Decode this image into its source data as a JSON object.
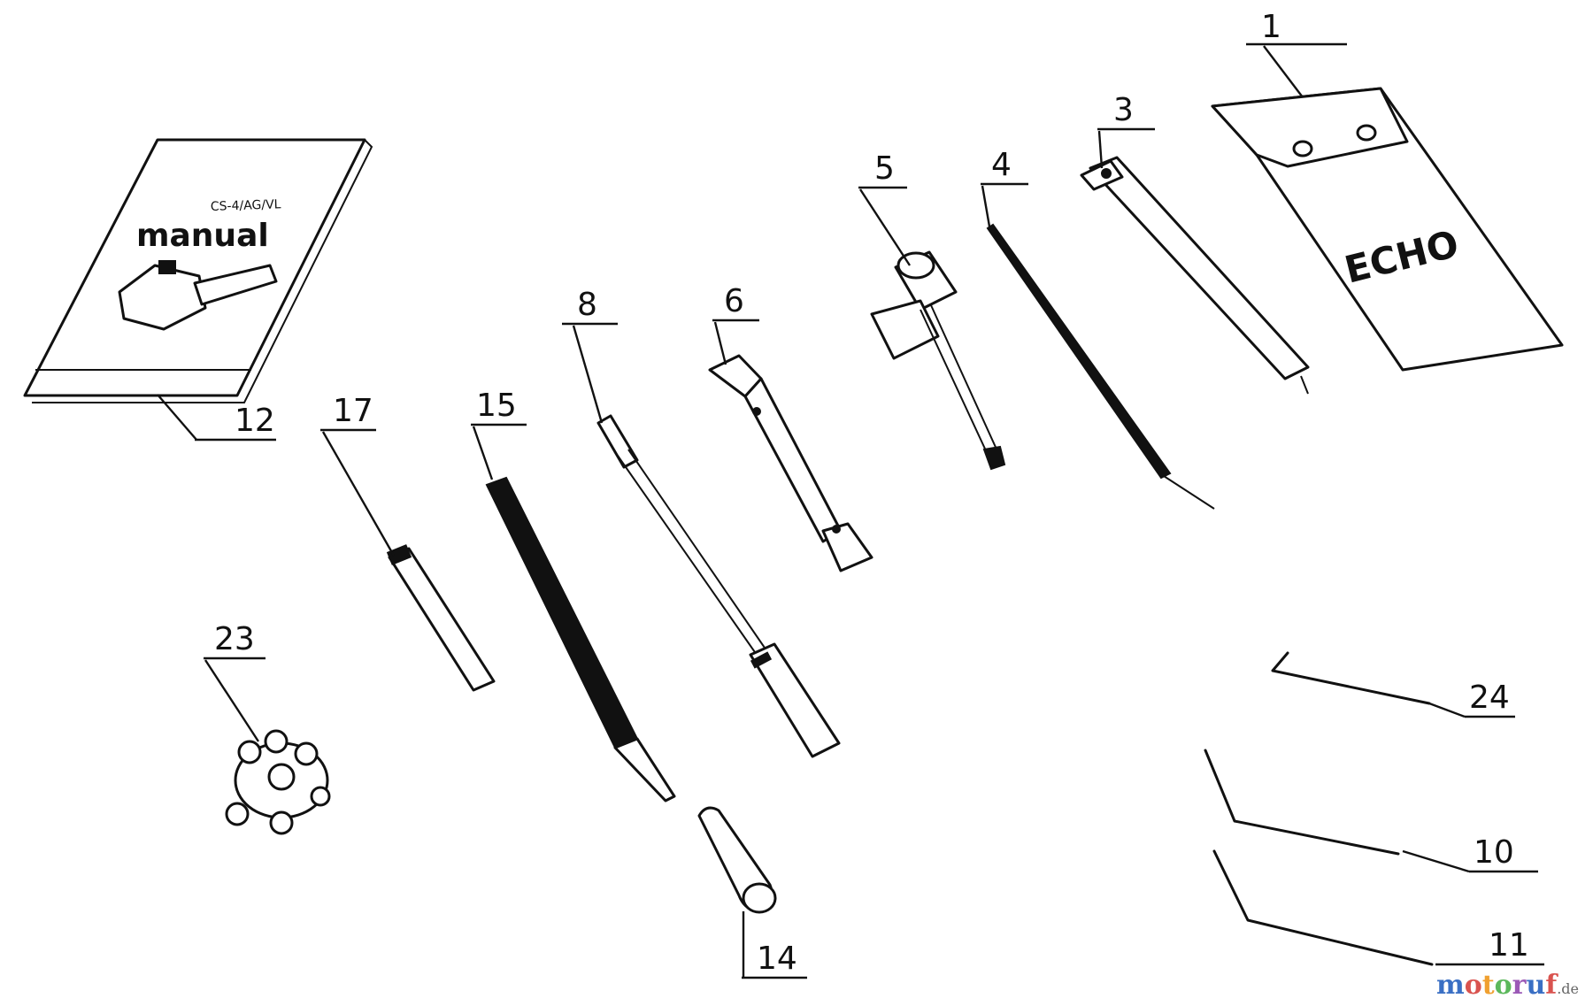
{
  "manual": {
    "title": "manual",
    "subtitle": "CS-4/AG/VL"
  },
  "pouch": {
    "brand": "ECHO"
  },
  "callouts": [
    "1",
    "3",
    "4",
    "5",
    "6",
    "8",
    "10",
    "11",
    "12",
    "14",
    "15",
    "17",
    "23",
    "24"
  ],
  "watermark": {
    "brand": "motoruf",
    "suffix": ".de",
    "colors": [
      "#3a6fc4",
      "#d9534f",
      "#f0a030",
      "#5cb85c",
      "#9b59b6",
      "#3a6fc4",
      "#d9534f"
    ]
  }
}
